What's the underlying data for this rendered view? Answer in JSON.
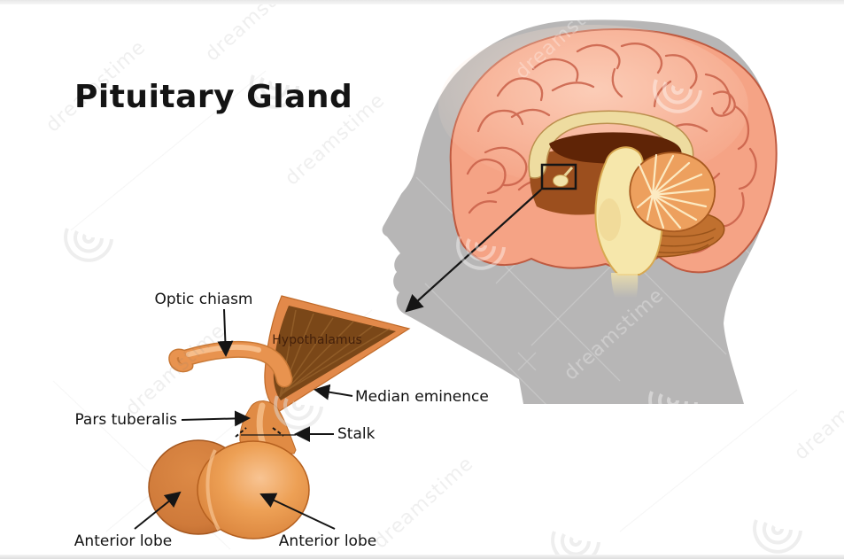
{
  "page": {
    "title": "Pituitary Gland"
  },
  "figure": {
    "labels": {
      "optic_chiasm": "Optic chiasm",
      "hypothalamus": "Hypothalamus",
      "median_eminence": "Median eminence",
      "pars_tuberalis": "Pars tuberalis",
      "stalk": "Stalk",
      "anterior_lobe_left": "Anterior lobe",
      "anterior_lobe_right": "Anterior lobe"
    }
  },
  "watermark": {
    "text": "dreamstime"
  },
  "colors": {
    "background": "#ffffff",
    "frame_bar": "#e8e8e8",
    "silhouette": "#b7b6b6",
    "cortex": "#f5a385",
    "cortex_crease": "#c96048",
    "cortex_outline": "#bf5a40",
    "corpus_callosum": "#eedca0",
    "ventricle": "#5f2406",
    "thalamus": "#9c4f1e",
    "temporal": "#b05d28",
    "brainstem": "#f6e7ab",
    "brainstem_outline": "#d8a850",
    "cerebellum": "#eda05e",
    "cerebellum_deep": "#c0702f",
    "cerebellum_rays": "#fdeec8",
    "funnel_rim": "#e2894a",
    "funnel_interior": "#7a4718",
    "gland_orange": "#e08b44",
    "gland_back": "#cf7a3a",
    "gland_highlight": "#f6c08c",
    "label_text": "#121212",
    "hypothalamus_text": "#44200a",
    "arrow": "#151515",
    "watermark_gray": "#9a9a9a"
  }
}
